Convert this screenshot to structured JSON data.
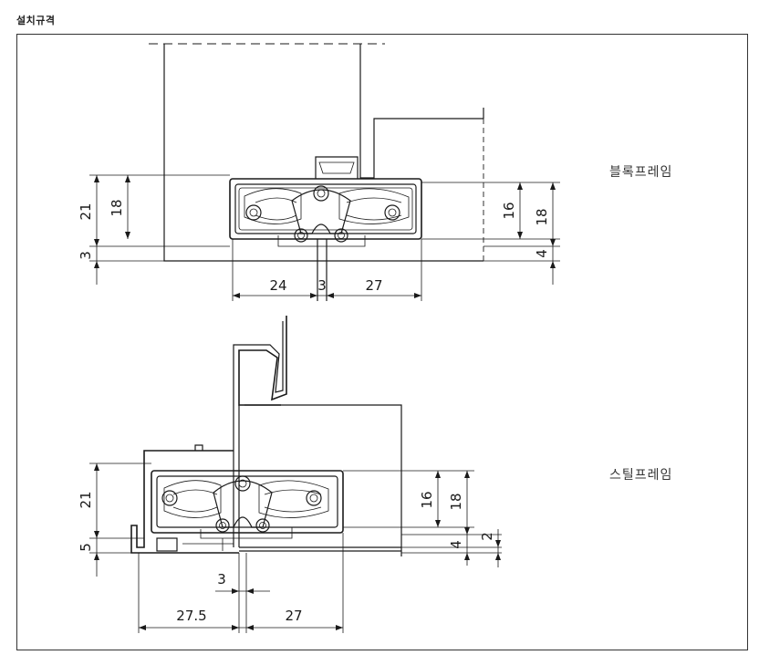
{
  "page": {
    "title": "설치규격"
  },
  "labels": {
    "block_frame": "블록프레임",
    "steel_frame": "스틸프레임"
  },
  "block_frame_dims": {
    "total_height": "21",
    "body_height": "18",
    "base_offset": "3",
    "right_inner": "16",
    "right_outer": "18",
    "right_bottom": "4",
    "width_left": "24",
    "gap": "3",
    "width_right": "27"
  },
  "steel_frame_dims": {
    "total_height": "21",
    "base_offset": "5",
    "right_inner": "16",
    "right_outer": "18",
    "right_bottom": "4",
    "right_small": "2",
    "gap": "3",
    "width_left": "27.5",
    "width_right": "27"
  }
}
